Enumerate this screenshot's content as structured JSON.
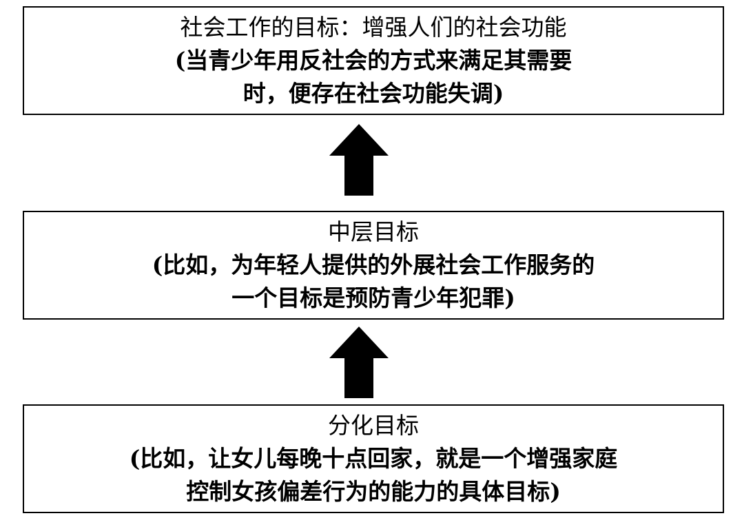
{
  "boxes": {
    "top": {
      "lines": [
        "社会工作的目标：增强人们的社会功能",
        "(当青少年用反社会的方式来满足其需要",
        "时，便存在社会功能失调)"
      ]
    },
    "middle": {
      "lines": [
        "中层目标",
        "(比如，为年轻人提供的外展社会工作服务的",
        "一个目标是预防青少年犯罪)"
      ]
    },
    "bottom": {
      "lines": [
        "分化目标",
        "(比如，让女儿每晚十点回家，就是一个增强家庭",
        "控制女孩偏差行为的能力的具体目标)"
      ]
    }
  },
  "arrows": [
    {
      "icon": "arrow-up-icon",
      "direction": "up"
    },
    {
      "icon": "arrow-up-icon",
      "direction": "up"
    }
  ],
  "colors": {
    "line": "#000000",
    "background": "#ffffff"
  }
}
